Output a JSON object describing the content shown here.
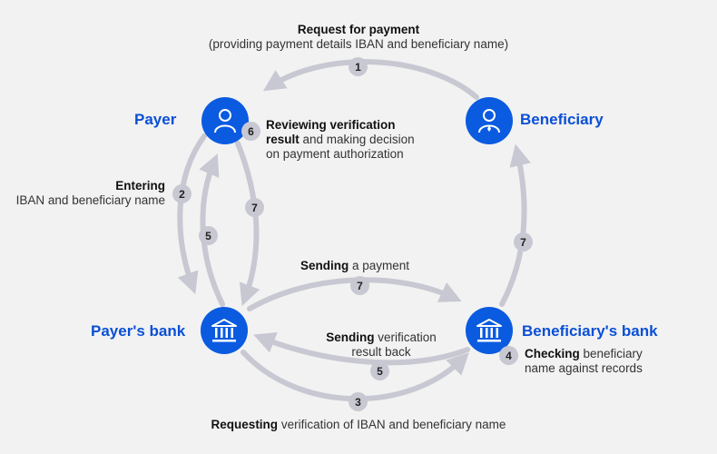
{
  "nodes": {
    "payer": "Payer",
    "beneficiary": "Beneficiary",
    "payer_bank": "Payer's bank",
    "beneficiary_bank": "Beneficiary's bank"
  },
  "steps": {
    "s1": {
      "num": "1",
      "bold": "Request for payment",
      "text": "(providing payment details IBAN and beneficiary name)"
    },
    "s2": {
      "num": "2",
      "bold": "Entering",
      "text": "IBAN and beneficiary name"
    },
    "s3": {
      "num": "3",
      "bold": "Requesting",
      "text": " verification of IBAN and beneficiary name"
    },
    "s4": {
      "num": "4",
      "bold": "Checking",
      "text": " beneficiary",
      "text2": "name against records"
    },
    "s5": {
      "num": "5",
      "bold": "Sending",
      "text": " verification",
      "text2": "result back"
    },
    "s6": {
      "num": "6",
      "bold": "Reviewing verification",
      "bold2": "result",
      "text": " and making decision",
      "text2": "on payment authorization"
    },
    "s7": {
      "num": "7",
      "bold": "Sending",
      "text": " a payment"
    }
  },
  "colors": {
    "node": "#0a5be0",
    "node_label": "#0a4fd6",
    "arrow": "#c8c8d3"
  }
}
